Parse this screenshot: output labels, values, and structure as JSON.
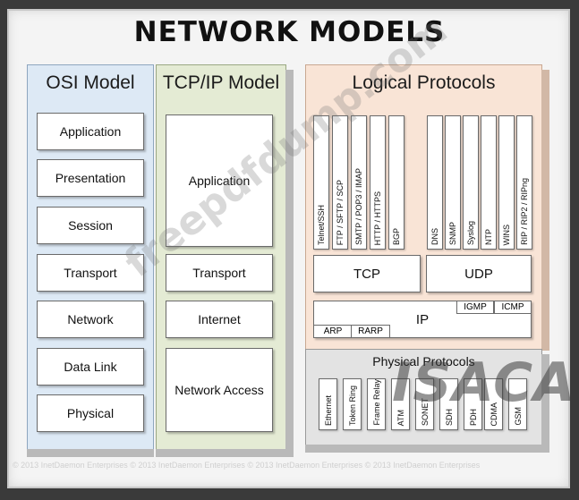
{
  "title": "NETWORK MODELS",
  "osi": {
    "title": "OSI Model",
    "layers": [
      "Application",
      "Presentation",
      "Session",
      "Transport",
      "Network",
      "Data Link",
      "Physical"
    ]
  },
  "tcpip": {
    "title": "TCP/IP Model",
    "layers": [
      "Application",
      "Transport",
      "Internet",
      "Network Access"
    ]
  },
  "logical": {
    "title": "Logical Protocols",
    "tcp_protocols": [
      "Telnet/SSH",
      "FTP / SFTP / SCP",
      "SMTP / POP3 / IMAP",
      "HTTP / HTTPS",
      "BGP"
    ],
    "udp_protocols": [
      "DNS",
      "SNMP",
      "Syslog",
      "NTP",
      "WINS",
      "RIP / RIP2 / RIPng"
    ],
    "tcp_label": "TCP",
    "udp_label": "UDP",
    "ip_label": "IP",
    "igmp_label": "IGMP",
    "icmp_label": "ICMP",
    "arp_label": "ARP",
    "rarp_label": "RARP"
  },
  "physical": {
    "title": "Physical Protocols",
    "protocols": [
      "Ethernet",
      "Token Ring",
      "Frame Relay",
      "ATM",
      "SONET",
      "SDH",
      "PDH",
      "CDMA",
      "GSM"
    ]
  },
  "footer": "© 2013 InetDaemon Enterprises    © 2013 InetDaemon Enterprises    © 2013 InetDaemon Enterprises    © 2013 InetDaemon Enterprises",
  "logo": "ISACA",
  "logo_mark": "®",
  "watermark": "freepdfdump.com"
}
